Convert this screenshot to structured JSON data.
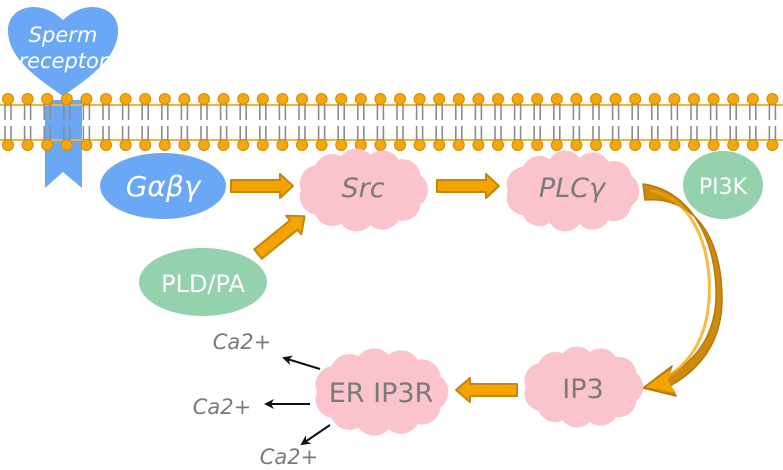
{
  "title": "Sperm receptor signaling pathway",
  "colors": {
    "receptor": "#6aa8f5",
    "lipid_head": "#f5a70d",
    "lipid_head_stroke": "#d08a08",
    "lipid_tail": "#8c8c8c",
    "lipid_line": "#f5b23a",
    "cloud": "#fbc4cc",
    "green_node": "#93d2ac",
    "arrow_fill": "#f5a300",
    "arrow_stroke": "#c4860c",
    "arrow_dark": "#cc8a0e",
    "text_gray": "#7a7a7a"
  },
  "receptor": {
    "line1": "Sperm",
    "line2": "receptor"
  },
  "nodes": {
    "galpha": "Gαβγ",
    "src": "Src",
    "plcg": "PLCγ",
    "pi3k": "PI3K",
    "pldpa": "PLD/PA",
    "ip3": "IP3",
    "er": "ER IP3R"
  },
  "calcium": [
    "Ca2+",
    "Ca2+",
    "Ca2+"
  ],
  "edges": [
    {
      "from": "Gαβγ",
      "to": "Src"
    },
    {
      "from": "PLD/PA",
      "to": "Src"
    },
    {
      "from": "Src",
      "to": "PLCγ"
    },
    {
      "from": "PLCγ",
      "to": "IP3"
    },
    {
      "from": "IP3",
      "to": "ER IP3R"
    },
    {
      "from": "ER IP3R",
      "to": "Ca2+"
    }
  ]
}
